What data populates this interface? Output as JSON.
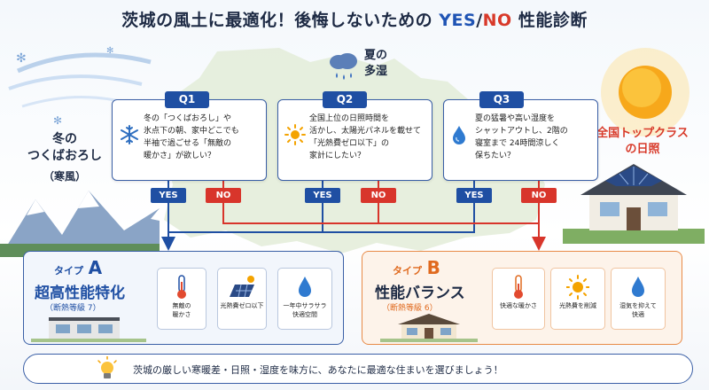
{
  "title": {
    "prefix": "茨城の風土に最適化！後悔しないための ",
    "yes": "YES",
    "slash": "/",
    "no": "NO",
    "suffix": " 性能診断"
  },
  "climate": {
    "winter": {
      "line1": "冬の",
      "line2": "つくばおろし",
      "sub": "（寒風）"
    },
    "summer": {
      "line1": "夏の",
      "line2": "多湿"
    },
    "sun": {
      "line1": "全国トップクラス",
      "line2": "の日照"
    }
  },
  "questions": [
    {
      "badge": "Q1",
      "icon": "snowflake-icon",
      "lines": [
        "冬の「つくばおろし」や",
        "氷点下の朝、家中どこでも",
        "半袖で過ごせる「無敵の",
        "暖かさ」が欲しい？"
      ]
    },
    {
      "badge": "Q2",
      "icon": "sun-icon",
      "lines": [
        "全国上位の日照時間を",
        "活かし、太陽光パネルを載せて",
        "「光熱費ゼロ以下」の",
        "家計にしたい？"
      ]
    },
    {
      "badge": "Q3",
      "icon": "water-drop-icon",
      "lines": [
        "夏の猛暑や高い湿度を",
        "シャットアウトし、2階の",
        "寝室まで 24時間涼しく",
        "保ちたい？"
      ]
    }
  ],
  "answers": {
    "yes": "YES",
    "no": "NO"
  },
  "types": {
    "a": {
      "label": "タイプ",
      "letter": "A",
      "name": "超高性能特化",
      "grade": "（断熱等級 7）",
      "features": [
        {
          "icon": "thermometer-icon",
          "lines": [
            "無敵の",
            "暖かさ"
          ]
        },
        {
          "icon": "solar-panel-icon",
          "lines": [
            "光熱費ゼロ以下"
          ]
        },
        {
          "icon": "water-drop-icon",
          "lines": [
            "一年中サラサラ",
            "快適空間"
          ]
        }
      ]
    },
    "b": {
      "label": "タイプ",
      "letter": "B",
      "name": "性能バランス",
      "grade": "（断熱等級 6）",
      "features": [
        {
          "icon": "thermometer-icon",
          "lines": [
            "快適な暖かさ"
          ]
        },
        {
          "icon": "sun-icon",
          "lines": [
            "光熱費を削減"
          ]
        },
        {
          "icon": "water-drop-icon",
          "lines": [
            "湿気を抑えて",
            "快適"
          ]
        }
      ]
    }
  },
  "footer": {
    "text": "茨城の厳しい寒暖差・日照・湿度を味方に、あなたに最適な住まいを選びましょう！"
  },
  "colors": {
    "navy": "#1f4fa3",
    "red": "#d8352b",
    "orange": "#e88a47"
  }
}
